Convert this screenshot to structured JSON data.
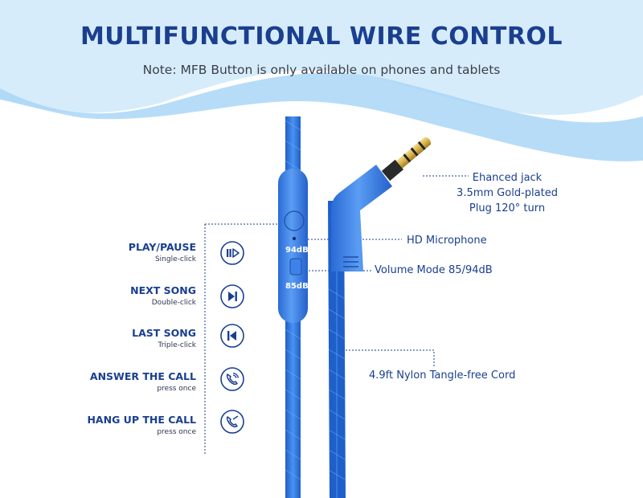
{
  "header": {
    "title": "MULTIFUNCTIONAL WIRE CONTROL",
    "note": "Note: MFB Button is only available on phones and tablets"
  },
  "functions": [
    {
      "name": "PLAY/PAUSE",
      "action": "Single-click",
      "icon": "play-pause-icon"
    },
    {
      "name": "NEXT SONG",
      "action": "Double-click",
      "icon": "next-track-icon"
    },
    {
      "name": "LAST SONG",
      "action": "Triple-click",
      "icon": "previous-track-icon"
    },
    {
      "name": "ANSWER THE CALL",
      "action": "press once",
      "icon": "phone-answer-icon"
    },
    {
      "name": "HANG UP THE CALL",
      "action": "press once",
      "icon": "phone-hangup-icon"
    }
  ],
  "callouts": {
    "jack": [
      "Ehanced jack",
      "3.5mm Gold-plated",
      "Plug 120° turn"
    ],
    "microphone": "HD Microphone",
    "volume_mode": "Volume Mode 85/94dB",
    "cord": "4.9ft Nylon Tangle-free Cord"
  },
  "remote": {
    "db_high": "94dB",
    "db_low": "85dB"
  },
  "colors": {
    "title": "#1a3f8f",
    "cable": "#2f74de",
    "wave_light": "#d7ecfb",
    "wave_mid": "#9fd0f5",
    "gold": "#d8b24a"
  }
}
